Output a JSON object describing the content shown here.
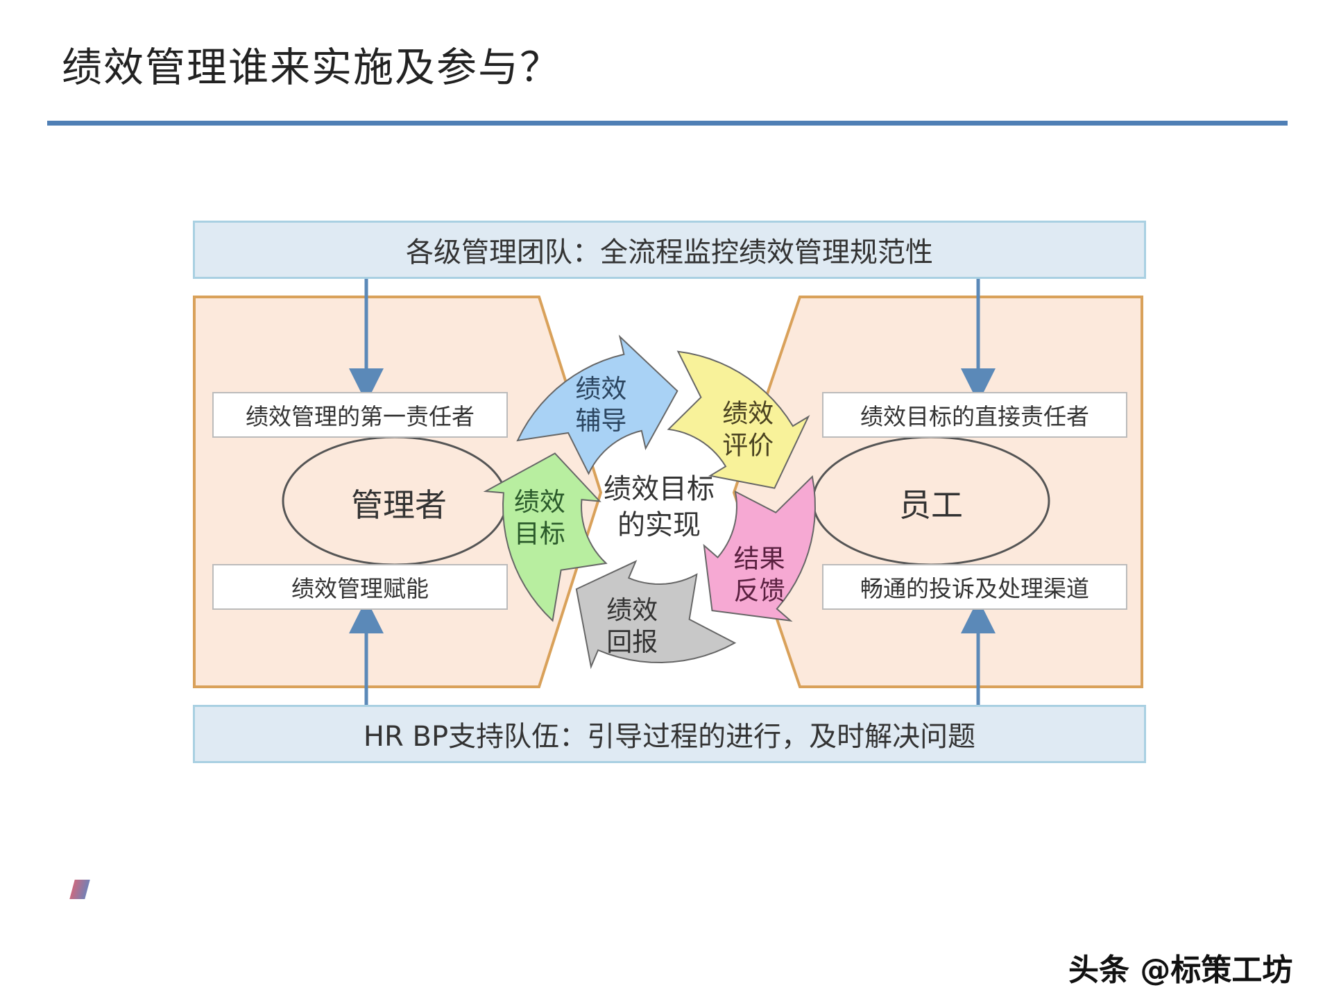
{
  "title": "绩效管理谁来实施及参与？",
  "top_band": "各级管理团队：全流程监控绩效管理规范性",
  "bottom_band": "HR BP支持队伍：引导过程的进行，及时解决问题",
  "manager": {
    "role": "管理者",
    "top_box": "绩效管理的第一责任者",
    "bottom_box": "绩效管理赋能"
  },
  "employee": {
    "role": "员工",
    "top_box": "绩效目标的直接责任者",
    "bottom_box": "畅通的投诉及处理渠道"
  },
  "cycle": {
    "center": [
      "绩效目标",
      "的实现"
    ],
    "segments": [
      {
        "lines": [
          "绩效",
          "辅导"
        ],
        "color": "#a9d2f5",
        "text_color": "#2b4560"
      },
      {
        "lines": [
          "绩效",
          "评价"
        ],
        "color": "#f8f29a",
        "text_color": "#4a4220"
      },
      {
        "lines": [
          "结果",
          "反馈"
        ],
        "color": "#f6a9d3",
        "text_color": "#5a2040"
      },
      {
        "lines": [
          "绩效",
          "回报"
        ],
        "color": "#c8c8c8",
        "text_color": "#333333"
      },
      {
        "lines": [
          "绩效",
          "目标"
        ],
        "color": "#b8eea0",
        "text_color": "#2a5a2a"
      }
    ]
  },
  "colors": {
    "rule": "#4f7fb5",
    "panel_fill": "#fce9dc",
    "panel_border": "#d9a15a",
    "arrow": "#5b89b8"
  },
  "watermark": "头条 @标策工坊"
}
